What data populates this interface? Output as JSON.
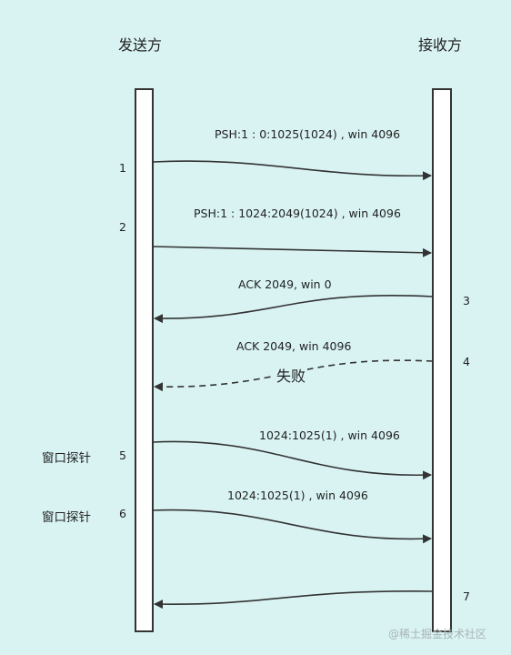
{
  "actors": {
    "sender": "发送方",
    "receiver": "接收方"
  },
  "messages": [
    {
      "step": "1",
      "label": "PSH:1 : 0:1025(1024) , win 4096",
      "direction": "sender-to-receiver",
      "style": "solid"
    },
    {
      "step": "2",
      "label": "PSH:1 : 1024:2049(1024) , win 4096",
      "direction": "sender-to-receiver",
      "style": "solid"
    },
    {
      "step": "3",
      "label": "ACK 2049, win 0",
      "direction": "receiver-to-sender",
      "style": "solid"
    },
    {
      "step": "4",
      "label": "ACK 2049, win 4096",
      "direction": "receiver-to-sender",
      "style": "dashed",
      "note": "失败"
    },
    {
      "step": "5",
      "label": "1024:1025(1) , win 4096",
      "direction": "sender-to-receiver",
      "style": "solid",
      "side_note": "窗口探针"
    },
    {
      "step": "6",
      "label": "1024:1025(1) , win 4096",
      "direction": "sender-to-receiver",
      "style": "solid",
      "side_note": "窗口探针"
    },
    {
      "step": "7",
      "label": "",
      "direction": "receiver-to-sender",
      "style": "solid"
    }
  ],
  "watermark": "@稀土掘金技术社区",
  "colors": {
    "background": "#d9f3f3",
    "line": "#333333",
    "lifeline_fill": "#ffffff"
  }
}
